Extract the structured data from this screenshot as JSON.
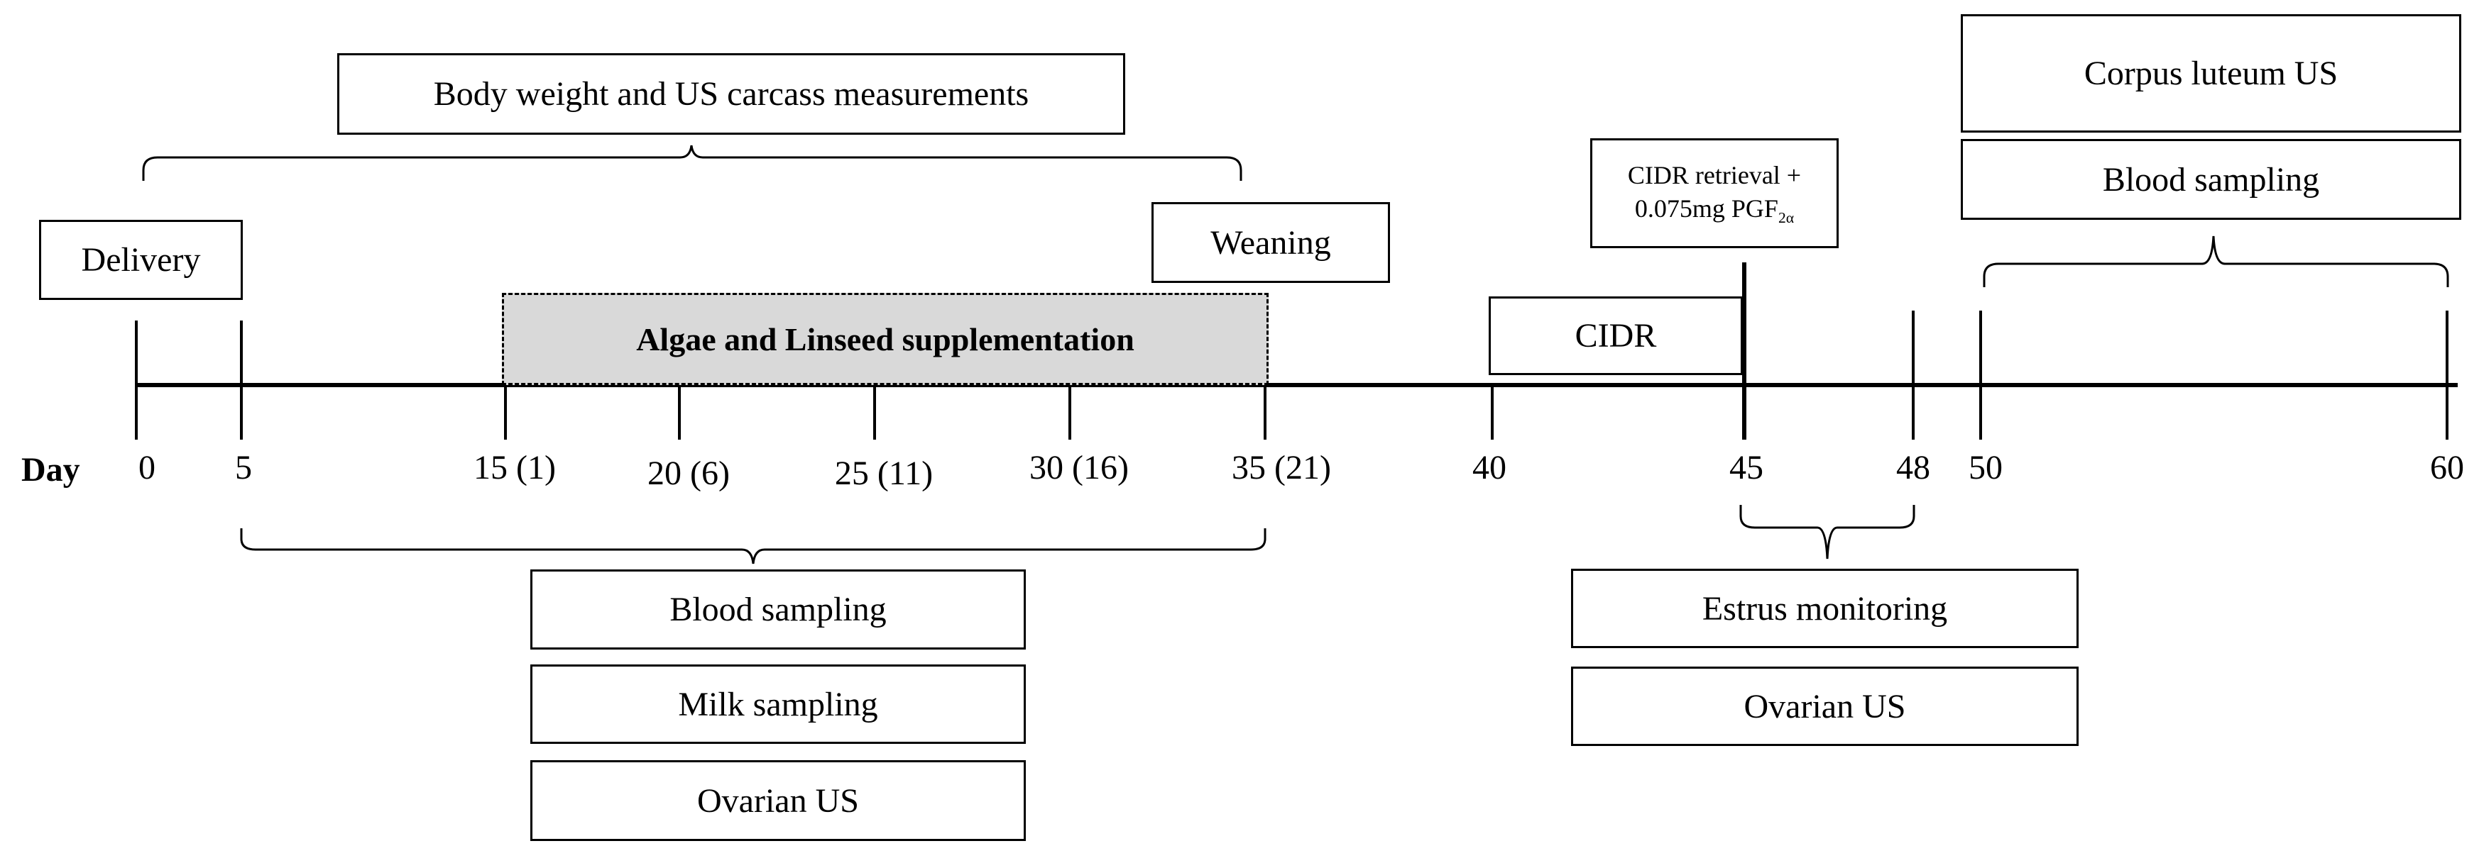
{
  "day_label": "Day",
  "ticks": [
    {
      "day": "0",
      "extra": ""
    },
    {
      "day": "5",
      "extra": ""
    },
    {
      "day": "15",
      "extra": "(1)"
    },
    {
      "day": "20",
      "extra": "(6)"
    },
    {
      "day": "25",
      "extra": "(11)"
    },
    {
      "day": "30",
      "extra": "(16)"
    },
    {
      "day": "35",
      "extra": "(21)"
    },
    {
      "day": "40",
      "extra": ""
    },
    {
      "day": "45",
      "extra": ""
    },
    {
      "day": "48",
      "extra": ""
    },
    {
      "day": "50",
      "extra": ""
    },
    {
      "day": "60",
      "extra": ""
    }
  ],
  "labels": {
    "delivery": "Delivery",
    "body_weight": "Body weight and US carcass measurements",
    "weaning": "Weaning",
    "supplementation": "Algae and Linseed supplementation",
    "cidr": "CIDR",
    "cidr_retrieval_line1": "CIDR retrieval +",
    "cidr_retrieval_line2_pre": "0.075mg PGF",
    "cidr_retrieval_sub": "2α",
    "corpus_luteum": "Corpus luteum US",
    "blood_sampling_right": "Blood sampling",
    "blood_sampling_left": "Blood sampling",
    "milk_sampling": "Milk sampling",
    "ovarian_us_left": "Ovarian US",
    "estrus_monitoring": "Estrus monitoring",
    "ovarian_us_right": "Ovarian US"
  }
}
